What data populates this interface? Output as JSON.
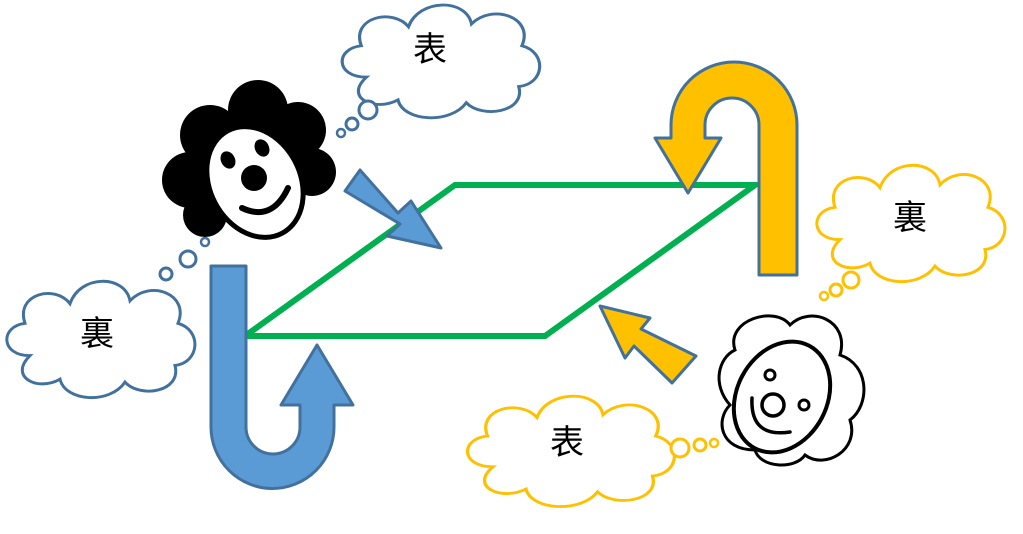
{
  "colors": {
    "parallelogram": "#00B050",
    "blue_fill": "#5B9BD5",
    "blue_stroke": "#41719C",
    "orange_fill": "#FFC000",
    "orange_stroke": "#2F5597",
    "cloud_blue": "#41719C",
    "cloud_yellow": "#FFC000"
  },
  "clouds": {
    "top_left": {
      "label": "表"
    },
    "left": {
      "label": "裏"
    },
    "right": {
      "label": "裏"
    },
    "bottom": {
      "label": "表"
    }
  },
  "faces": {
    "black": {
      "icon": "clown-face-black-icon"
    },
    "white": {
      "icon": "clown-face-outline-icon"
    }
  }
}
